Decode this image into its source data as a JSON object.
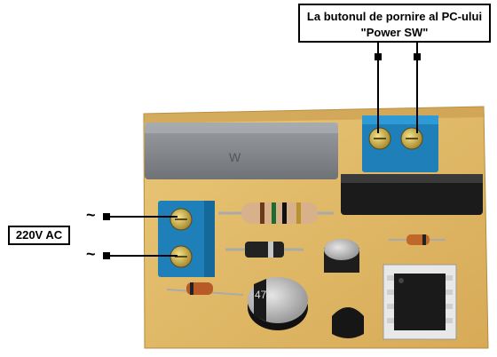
{
  "labels": {
    "pc_switch_line1": "La butonul de pornire al PC-ului",
    "pc_switch_line2": "\"Power SW\"",
    "mains": "220V AC",
    "tilde_top": "~",
    "tilde_bottom": "~"
  },
  "components": {
    "capacitor_marking": "47"
  },
  "colors": {
    "pcb": "#e3bd6a",
    "terminal_blue": "#1f7fb8",
    "relay_black": "#1b1b1b",
    "capacitor_grey": "#8c8f92"
  }
}
